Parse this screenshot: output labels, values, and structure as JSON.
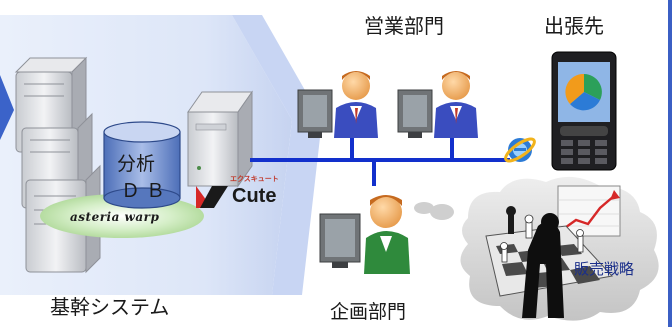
{
  "nodes": {
    "core_system": "基幹システム",
    "sales_dept": "営業部門",
    "business_trip": "出張先",
    "planning_dept": "企画部門",
    "analysis_db_line1": "分析",
    "analysis_db_line2": "ＤＢ",
    "sales_strategy": "販売戦略"
  },
  "logos": {
    "asteria": "asteria warp",
    "xcute": "Cute",
    "xcute_kana": "エクスキュート"
  },
  "colors": {
    "network_line": "#1230cc",
    "band_blue": "#5f79c8",
    "band_light": "#d9e4f7",
    "cloud_gray": "#d8d8d8",
    "ellipse_green": "#c8e6b8",
    "db_blue": "#6f8fd0",
    "strategy_text": "#1b2f8a"
  },
  "icons": [
    "server-rack-icon",
    "database-cylinder-icon",
    "server-icon",
    "user-at-computer-icon",
    "internet-explorer-icon",
    "smartphone-pie-chart-icon",
    "chess-strategy-icon",
    "growth-chart-icon"
  ]
}
